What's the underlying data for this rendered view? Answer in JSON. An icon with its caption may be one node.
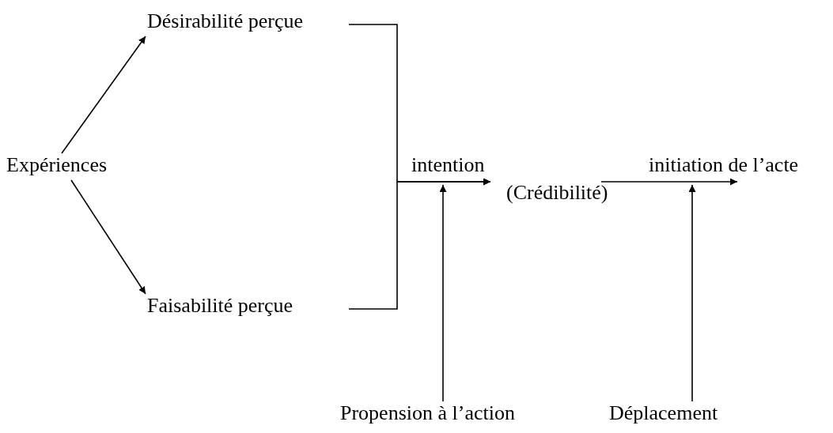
{
  "diagram": {
    "nodes": [
      {
        "text": [
          "Expériences"
        ]
      },
      {
        "text": [
          "Désirabilité perçue"
        ]
      },
      {
        "text": [
          "Faisabilité perçue"
        ]
      },
      {
        "text": [
          "intention"
        ]
      },
      {
        "text": [
          "(Crédibilité)"
        ]
      },
      {
        "text": [
          "initiation de l’acte"
        ]
      },
      {
        "text": [
          "Propension à l’action"
        ]
      },
      {
        "text": [
          "Déplacement"
        ]
      }
    ],
    "edges": [
      {
        "from": 0,
        "to": 1,
        "arrow": "to"
      },
      {
        "from": 0,
        "to": 2,
        "arrow": "to"
      },
      {
        "from": 1,
        "to": 3,
        "arrow": "to"
      },
      {
        "from": 2,
        "to": 3,
        "arrow": "to"
      },
      {
        "from": 6,
        "to": 3,
        "arrow": "to"
      },
      {
        "from": 4,
        "to": 5,
        "arrow": "to"
      },
      {
        "from": 7,
        "to": 5,
        "arrow": "to"
      }
    ]
  }
}
